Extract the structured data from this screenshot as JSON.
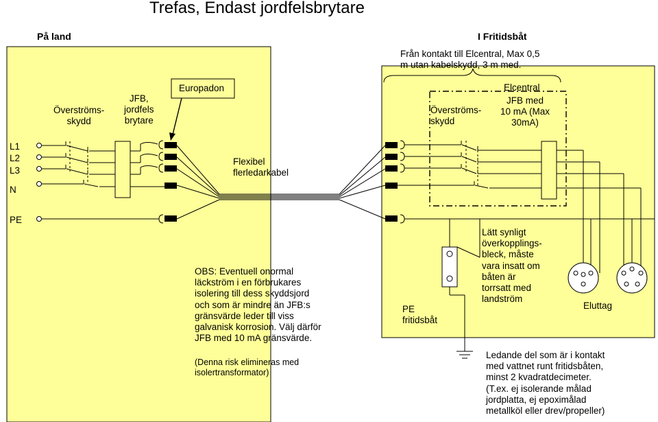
{
  "title": "Trefas, Endast jordfelsbrytare",
  "section_land": "På land",
  "section_boat": "I Fritidsbåt",
  "cable_note": "Från kontakt till Elcentral, Max 0,5\nm utan kabelskydd, 3 m med.",
  "land": {
    "overcurrent": "Överströms-\nskydd",
    "rcd": "JFB,\njordfels\nbrytare",
    "plug": "Europadon"
  },
  "boat": {
    "overcurrent": "Överströms-\nskydd",
    "elcentral": "Elcentral",
    "rcd": "JFB med\n10 mA (Max\n30mA)"
  },
  "conductors": [
    "L1",
    "L2",
    "L3",
    "N",
    "PE"
  ],
  "cable_label": "Flexibel\nflerledarkabel",
  "obs_note": "OBS: Eventuell onormal\nläckström i en förbrukares\nisolering till dess skyddsjord\noch som är mindre än JFB:s\ngränsvärde leder till viss\ngalvanisk korrosion. Välj därför\nJFB med 10 mA gränsvärde.",
  "obs_note2": "(Denna risk elimineras med\nisolertransformator)",
  "pe_boat": "PE\nfritidsbåt",
  "bleck_note": "Lätt synligt\növerkopplings-\nbleck, måste\nvara insatt om\nbåten är\ntorrsatt med\nlandström",
  "outlet_label": "Eluttag",
  "ground_note": "Ledande del som är i kontakt\nmed vattnet runt fritidsbåten,\nminst 2 kvadratdecimeter.\n(T.ex. ej isolerande målad\njordplatta, ej epoximålad\nmetallköl eller drev/propeller)",
  "colors": {
    "panel": "#ffff99",
    "line": "#000000"
  }
}
